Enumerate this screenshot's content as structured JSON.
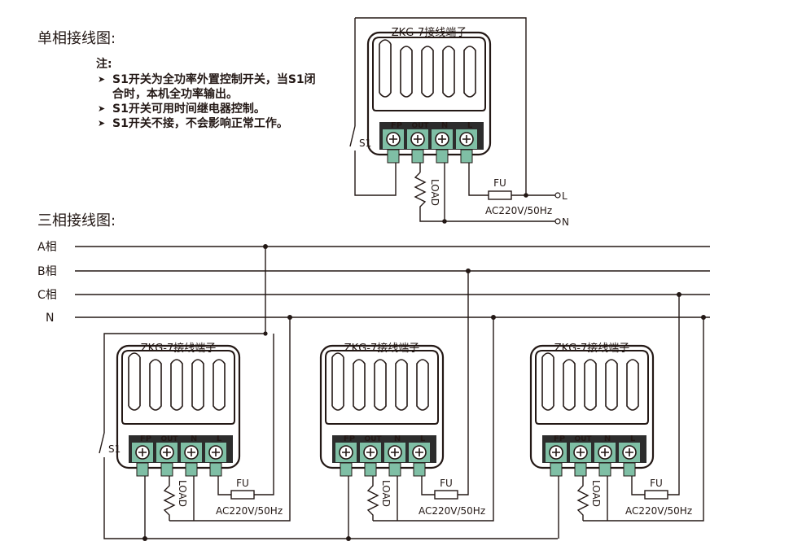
{
  "headings": {
    "single_phase": "单相接线图:",
    "three_phase": "三相接线图:"
  },
  "notes": {
    "title": "注:",
    "items": [
      "S1开关为全功率外置控制开关，当S1闭合时，本机全功率输出。",
      "S1开关可用时间继电器控制。",
      "S1开关不接，不会影响正常工作。"
    ]
  },
  "module": {
    "title": "ZKG-7接线端子",
    "terminals": [
      "FP",
      "OUT",
      "N",
      "L"
    ]
  },
  "labels": {
    "switch": "S1",
    "load": "LOAD",
    "fuse": "FU",
    "supply": "AC220V/50Hz",
    "line": "L",
    "neutral": "N"
  },
  "bus": {
    "a": "A相",
    "b": "B相",
    "c": "C相",
    "n": "N"
  },
  "colors": {
    "line": "#231815",
    "terminal_green": "#7fbfa5",
    "terminal_dark": "#2d2d2d",
    "module_fill": "#ffffff"
  }
}
